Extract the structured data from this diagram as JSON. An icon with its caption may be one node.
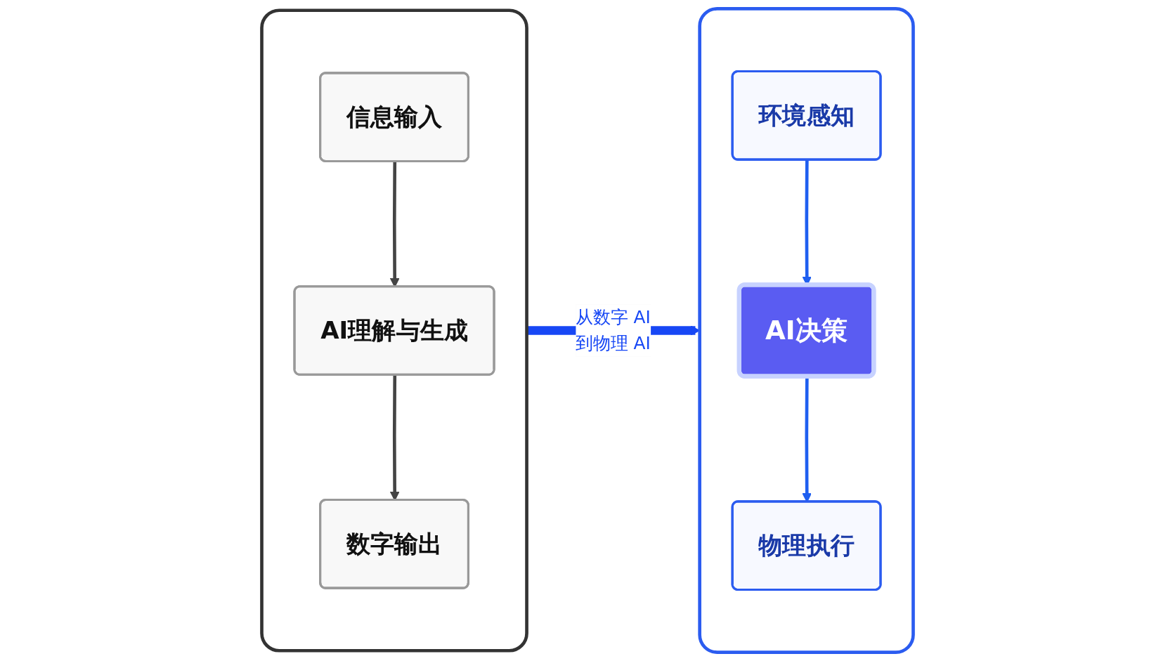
{
  "diagram": {
    "nodes": [
      {
        "text": [],
        "shape": "box"
      },
      {
        "text": [
          "信息输入"
        ],
        "in": 0
      },
      {
        "text": [
          "AI理解与生成"
        ],
        "in": 0
      },
      {
        "text": [
          "数字输出"
        ],
        "in": 0
      },
      {
        "text": [],
        "shape": "box"
      },
      {
        "text": [
          "环境感知"
        ],
        "in": 4
      },
      {
        "text": [
          "AI决策"
        ],
        "in": 4
      },
      {
        "text": [
          "物理执行"
        ],
        "in": 4
      }
    ],
    "edges": [
      {
        "from": 1,
        "to": 2,
        "arrow": "to"
      },
      {
        "from": 2,
        "to": 3,
        "arrow": "to"
      },
      {
        "from": 0,
        "to": 4,
        "arrow": "to",
        "label": "从数字 AI 到物理 AI",
        "style": "thick",
        "color": "#1747f5"
      },
      {
        "from": 5,
        "to": 6,
        "arrow": "to",
        "color": "#1f5ff0"
      },
      {
        "from": 6,
        "to": 7,
        "arrow": "to",
        "color": "#1f5ff0"
      }
    ]
  }
}
